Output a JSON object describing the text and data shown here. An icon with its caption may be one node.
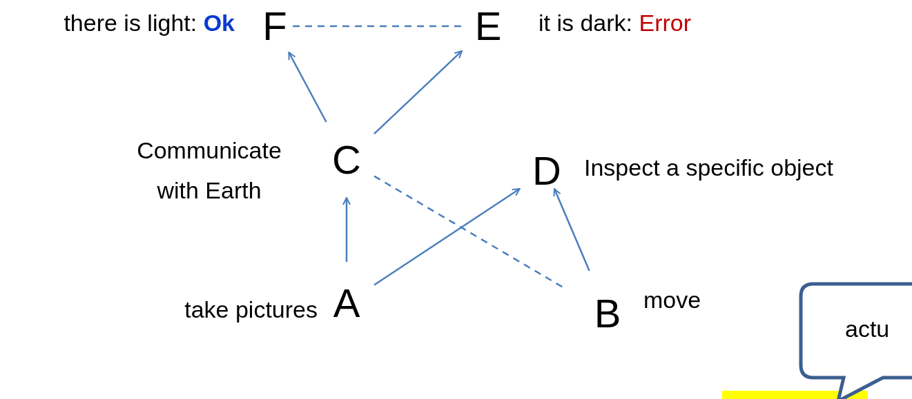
{
  "diagram": {
    "nodes": [
      {
        "text": [
          "F"
        ],
        "beside": [
          "there is light:",
          "Ok"
        ]
      },
      {
        "text": [
          "E"
        ],
        "beside": [
          "it is dark:",
          "Error"
        ]
      },
      {
        "text": [
          "C"
        ],
        "beside": [
          "Communicate with Earth"
        ]
      },
      {
        "text": [
          "D"
        ],
        "beside": [
          "Inspect a specific object"
        ]
      },
      {
        "text": [
          "A"
        ],
        "beside": [
          "take pictures"
        ]
      },
      {
        "text": [
          "B"
        ],
        "beside": [
          "move"
        ]
      },
      {
        "text": [
          "actu"
        ]
      }
    ],
    "edges": [
      {
        "from": 0,
        "to": 1,
        "arrow": "none",
        "style": "dashed"
      },
      {
        "from": 2,
        "to": 0,
        "arrow": "to"
      },
      {
        "from": 2,
        "to": 1,
        "arrow": "to"
      },
      {
        "from": 2,
        "to": 5,
        "arrow": "none",
        "style": "dashed"
      },
      {
        "from": 4,
        "to": 2,
        "arrow": "to"
      },
      {
        "from": 4,
        "to": 3,
        "arrow": "to"
      },
      {
        "from": 5,
        "to": 3,
        "arrow": "to"
      }
    ]
  }
}
